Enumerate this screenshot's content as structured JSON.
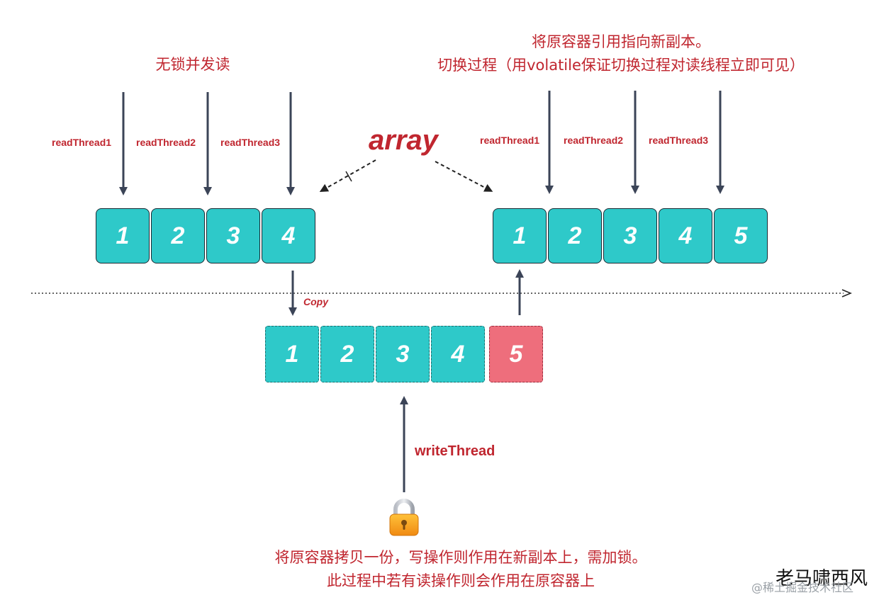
{
  "captions": {
    "left_top": "无锁并发读",
    "right_top_line1": "将原容器引用指向新副本。",
    "right_top_line2": "切换过程（用volatile保证切换过程对读线程立即可见）",
    "bottom_line1": "将原容器拷贝一份，写操作则作用在新副本上，需加锁。",
    "bottom_line2": "此过程中若有读操作则会作用在原容器上"
  },
  "array_label": "array",
  "copy_label": "Copy",
  "write_thread_label": "writeThread",
  "left_readers": [
    "readThread1",
    "readThread2",
    "readThread3"
  ],
  "right_readers": [
    "readThread1",
    "readThread2",
    "readThread3"
  ],
  "original_array": [
    "1",
    "2",
    "3",
    "4"
  ],
  "new_array": [
    "1",
    "2",
    "3",
    "4",
    "5"
  ],
  "copy_array": [
    "1",
    "2",
    "3",
    "4",
    "5"
  ],
  "lock_icon": "lock-icon",
  "watermark": {
    "author": "老马啸西风",
    "site": "@稀土掘金技术社区"
  },
  "colors": {
    "accent_red": "#c0262f",
    "cell_teal": "#2ec9c9",
    "cell_pink": "#ee6e7c",
    "arrow_dark": "#3b4457"
  }
}
